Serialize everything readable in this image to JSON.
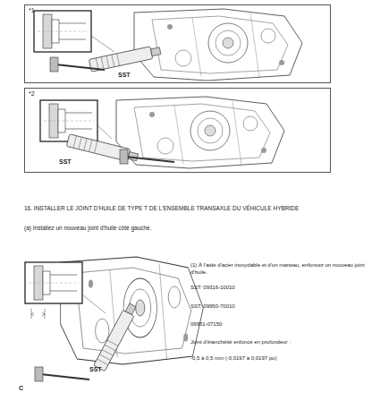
{
  "diagram": {
    "title": "16. INSTALLER LE JOINT D'HUILE DE TYPE T DE L'ENSEMBLE TRANSAXLE DU VÉHICULE HYBRIDE",
    "nodes": [
      {
        "text": [
          "*1",
          "SST"
        ]
      },
      {
        "text": [
          "*2",
          "SST"
        ]
      }
    ],
    "labels": [
      "(a) Installez un nouveau joint d'huile côté gauche.",
      "(1) À l'aide d'acier inoxydable et d'un marteau, enfoncez un nouveau joint d'huile.",
      "SST: 09316-10010",
      "SST: 09950-70010",
      "09951-07150",
      "Joint d'étanchéité enfoncé en profondeur :",
      "-0,5 à 0,5 mm (-0,0197 à 0,0197 po)",
      "SST",
      "C"
    ]
  }
}
